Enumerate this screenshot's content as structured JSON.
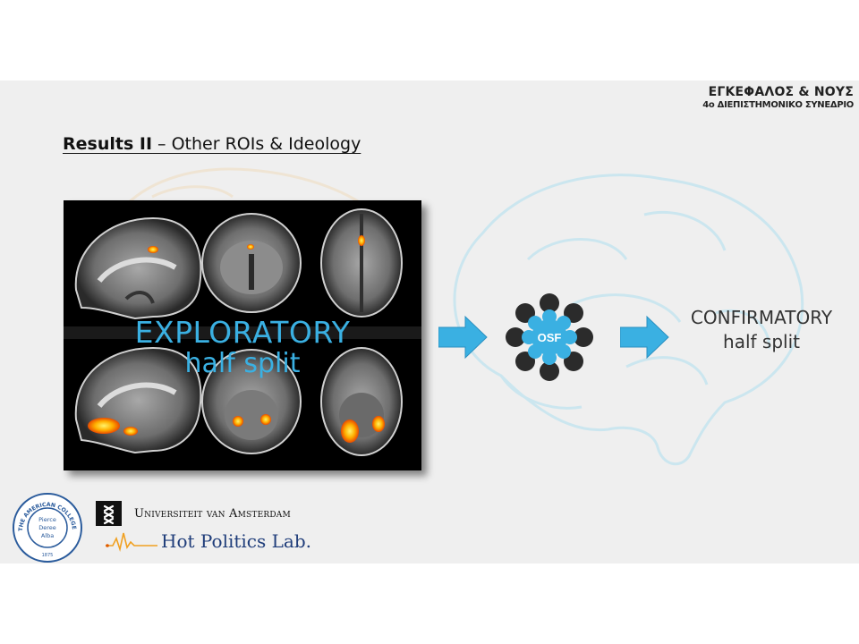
{
  "header": {
    "line1": "ΕΓΚΕΦΑΛΟΣ & ΝΟΥΣ",
    "line2": "4ο ΔΙΕΠΙΣΤΗΜΟΝΙΚΟ ΣΥΝΕΔΡΙΟ"
  },
  "title": {
    "bold": "Results II",
    "rest": " – Other ROIs & Ideology"
  },
  "exploratory": {
    "line1": "EXPLORATORY",
    "line2": "half split"
  },
  "osf": {
    "label": "OSF"
  },
  "confirmatory": {
    "line1": "CONFIRMATORY",
    "line2": "half split"
  },
  "logos": {
    "seal_top": "THE AMERICAN COLLEGE OF GREECE",
    "seal_line1": "Pierce",
    "seal_line2": "Deree",
    "seal_line3": "Alba",
    "seal_year": "1875",
    "uva": "Universiteit van Amsterdam",
    "lab": "Hot Politics Lab."
  },
  "colors": {
    "accent_blue": "#3ab0e2",
    "osf_dark": "#2b2b2b",
    "activation": "#ff9a00"
  }
}
